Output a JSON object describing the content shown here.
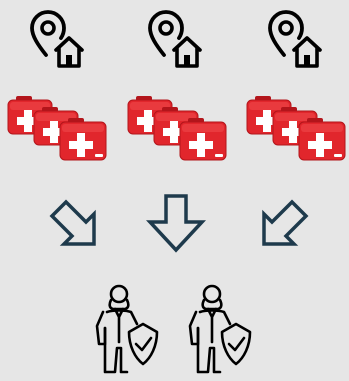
{
  "colors": {
    "background": "#e6e6e6",
    "icon_stroke": "#000000",
    "kit_red": "#e1262c",
    "arrow_stroke": "#1e3a4c"
  },
  "rows": {
    "locations": {
      "count": 3,
      "icon": "location-home-icon"
    },
    "kits": {
      "groups": 3,
      "cases_per_group": 3,
      "icon": "first-aid-kit-icon"
    },
    "arrows": {
      "directions": [
        "down-right",
        "down",
        "down-left"
      ],
      "icon": "outline-arrow-icon"
    },
    "responders": {
      "count": 2,
      "icon": "person-with-shield-check-icon"
    }
  }
}
